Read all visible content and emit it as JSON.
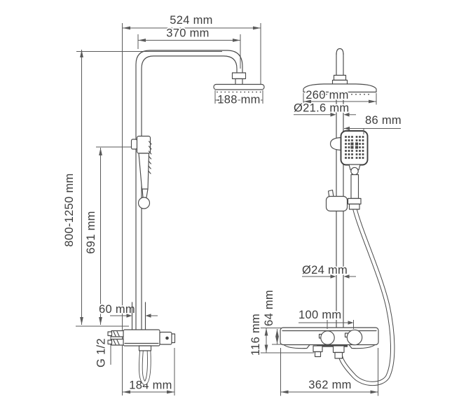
{
  "colors": {
    "background": "#ffffff",
    "line": "#4a4a4a",
    "text": "#3d3d3d"
  },
  "left_view": {
    "total_width": "524 mm",
    "arm_projection": "370 mm",
    "head_width": "188 mm",
    "height_range": "800-1250 mm",
    "bar_height": "691 mm",
    "wall_offset": "60 mm",
    "thread": "G 1/2",
    "base_width": "184 mm"
  },
  "right_view": {
    "head_diameter": "260 mm",
    "pipe_diameter": "Ø21.6 mm",
    "handshower_offset": "86 mm",
    "bar_diameter": "Ø24 mm",
    "handle_spacing": "100 mm",
    "shelf_height": "64 mm",
    "body_height": "116 mm",
    "shelf_width": "362 mm"
  }
}
